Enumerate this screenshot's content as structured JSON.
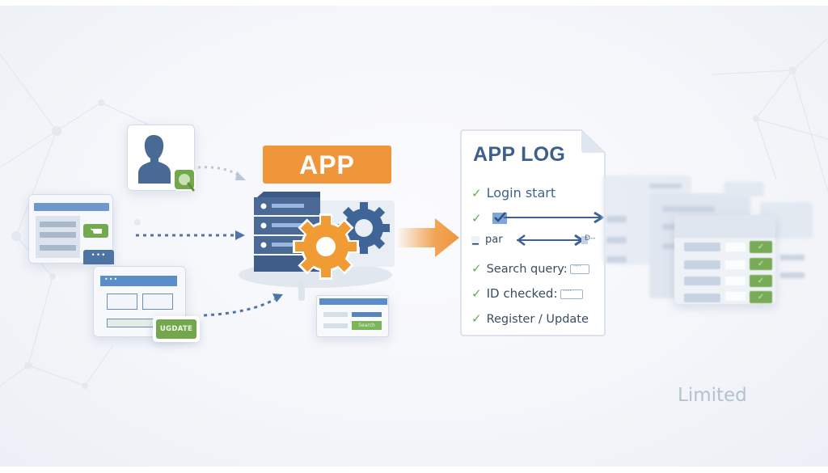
{
  "banner": {
    "label": "APP"
  },
  "user_card": {
    "icon": "user-silhouette-icon",
    "badge_icon": "search-magnifier-icon"
  },
  "form_window": {
    "dots_label": "•••",
    "chat_icon": "chat-bubble-icon"
  },
  "update_form": {
    "dots_label": "•••",
    "button_label": "UGDATE"
  },
  "search_window": {
    "button_label": "Search"
  },
  "log": {
    "title": "APP LOG",
    "entries": [
      {
        "status": "check",
        "text": "Login start"
      },
      {
        "status": "check",
        "text": ""
      },
      {
        "status": "dash",
        "text": "par"
      },
      {
        "status": "check",
        "text": "Search query:"
      },
      {
        "status": "check",
        "text": "ID checked:"
      },
      {
        "status": "check",
        "text": "Register / Update"
      }
    ],
    "check_glyph": "✓",
    "dash_glyph": "▁",
    "tail_glyph": "Ð--"
  },
  "result_table": {
    "check_glyph": "✓",
    "rows": 4
  },
  "footer": {
    "watermark": "Limited"
  },
  "colors": {
    "accent_orange": "#f0963a",
    "navy": "#3c5f8e",
    "green": "#72a74c",
    "blue": "#5b8dcb"
  }
}
